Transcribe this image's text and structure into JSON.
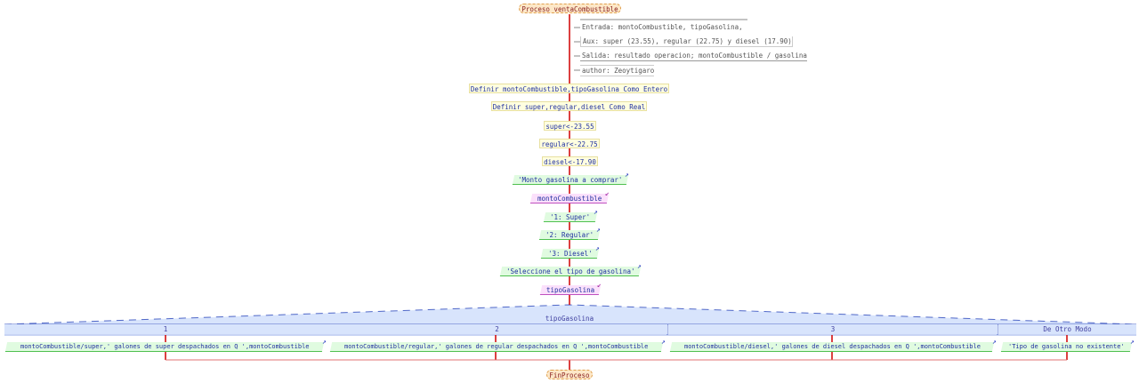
{
  "start": "Proceso ventaCombustible",
  "comments": [
    "Entrada: montoCombustible, tipoGasolina,",
    "Aux: super (23.55), regular (22.75) y diesel (17.90)",
    "Salida: resultado operacion; montoCombustible / gasolina",
    "author: Zeoytigaro"
  ],
  "steps": {
    "def1": "Definir montoCombustible,tipoGasolina Como Entero",
    "def2": "Definir super,regular,diesel Como Real",
    "a1": "super<-23.55",
    "a2": "regular<-22.75",
    "a3": "diesel<-17.90",
    "o1": "'Monto gasolina a comprar'",
    "i1": "montoCombustible",
    "o2": "'1: Super'",
    "o3": "'2: Regular'",
    "o4": "'3: Diesel'",
    "o5": "'Seleccione el tipo de gasolina'",
    "i2": "tipoGasolina"
  },
  "switch": {
    "var": "tipoGasolina",
    "cases": [
      "1",
      "2",
      "3",
      "De Otro Modo"
    ],
    "outputs": [
      "montoCombustible/super,' galones de super despachados en Q ',montoCombustible",
      "montoCombustible/regular,' galones de regular despachados en Q ',montoCombustible",
      "montoCombustible/diesel,' galones de diesel despachados en Q ',montoCombustible",
      "'Tipo de gasolina no existente'"
    ]
  },
  "end": "FinProceso"
}
